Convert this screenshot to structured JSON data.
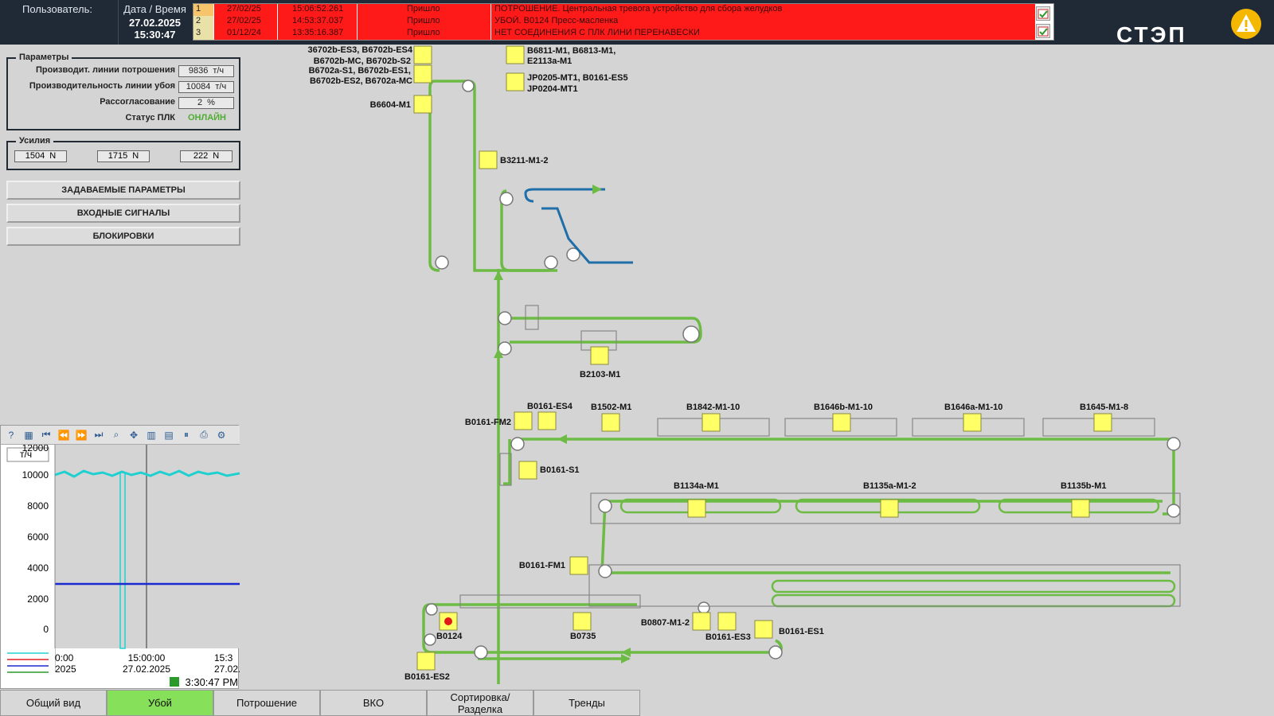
{
  "header": {
    "user_label": "Пользователь:",
    "datetime_label": "Дата / Время",
    "date": "27.02.2025",
    "time": "15:30:47",
    "logo": "СТЭП",
    "alarms": [
      {
        "n": "1",
        "date": "27/02/25",
        "time": "15:06:52.261",
        "state": "Пришло",
        "msg": "ПОТРОШЕНИЕ. Центральная тревога устройство для сбора желудков"
      },
      {
        "n": "2",
        "date": "27/02/25",
        "time": "14:53:37.037",
        "state": "Пришло",
        "msg": "УБОЙ. B0124 Пресс-масленка"
      },
      {
        "n": "3",
        "date": "01/12/24",
        "time": "13:35:16.387",
        "state": "Пришло",
        "msg": "НЕТ СОЕДИНЕНИЯ С ПЛК ЛИНИ ПЕРЕНАВЕСКИ"
      }
    ],
    "colors": {
      "alarm_bg": "#ff1a1a",
      "header_bg": "#1f2a36",
      "warn": "#f5b800"
    }
  },
  "params": {
    "title": "Параметры",
    "rows": [
      {
        "label": "Производит. линии потрошения",
        "value": "9836",
        "unit": "т/ч"
      },
      {
        "label": "Производительность линии убоя",
        "value": "10084",
        "unit": "т/ч"
      },
      {
        "label": "Рассогласование",
        "value": "2",
        "unit": "%"
      }
    ],
    "plc_label": "Статус ПЛК",
    "plc_status": "ОНЛАЙН",
    "status_color": "#4fae32"
  },
  "forces": {
    "title": "Усилия",
    "values": [
      {
        "value": "1504",
        "unit": "N"
      },
      {
        "value": "1715",
        "unit": "N"
      },
      {
        "value": "222",
        "unit": "N"
      }
    ]
  },
  "buttons": {
    "set_params": "ЗАДАВАЕМЫЕ ПАРАМЕТРЫ",
    "inputs": "ВХОДНЫЕ СИГНАЛЫ",
    "locks": "БЛОКИРОВКИ"
  },
  "trend": {
    "unit": "т/ч",
    "yticks": [
      "12000",
      "10000",
      "8000",
      "6000",
      "4000",
      "2000",
      "0"
    ],
    "xticks": [
      {
        "time": "0:00",
        "date": "2025"
      },
      {
        "time": "15:00:00",
        "date": "27.02.2025"
      },
      {
        "time": "15:3",
        "date": "27.02."
      }
    ],
    "clock": "3:30:47 PM"
  },
  "diagram": {
    "labels": {
      "g1": "36702b-ES3, B6702b-ES4",
      "g2": "B6702b-MC, B6702b-S2",
      "g3": "B6702a-S1, B6702b-ES1,",
      "g4": "B6702b-ES2, B6702a-MC",
      "b6811": "B6811-M1, B6813-M1,",
      "e2113": "E2113a-M1",
      "jp1": "JP0205-MT1, B0161-ES5",
      "jp2": "JP0204-MT1",
      "b6604": "B6604-M1",
      "b3211": "B3211-M1-2",
      "b2103": "B2103-M1",
      "es4": "B0161-ES4",
      "fm2": "B0161-FM2",
      "b1502": "B1502-M1",
      "b1842": "B1842-M1-10",
      "b1646b": "B1646b-M1-10",
      "b1646a": "B1646a-M1-10",
      "b1645": "B1645-M1-8",
      "s1": "B0161-S1",
      "b1134a": "B1134a-M1",
      "b1135a": "B1135a-M1-2",
      "b1135b": "B1135b-M1",
      "fm1": "B0161-FM1",
      "b0807": "B0807-M1-2",
      "es3": "B0161-ES3",
      "es1": "B0161-ES1",
      "b0124": "B0124",
      "b0735": "B0735",
      "es2": "B0161-ES2"
    },
    "colors": {
      "line": "#6dbb44",
      "blue": "#1f6ea8",
      "sensor": "#ffff66"
    }
  },
  "tabs": [
    {
      "label": "Общий вид",
      "active": false
    },
    {
      "label": "Убой",
      "active": true
    },
    {
      "label": "Потрошение",
      "active": false
    },
    {
      "label": "ВКО",
      "active": false
    },
    {
      "label": "Сортировка/\nРазделка",
      "active": false
    },
    {
      "label": "Тренды",
      "active": false
    }
  ]
}
